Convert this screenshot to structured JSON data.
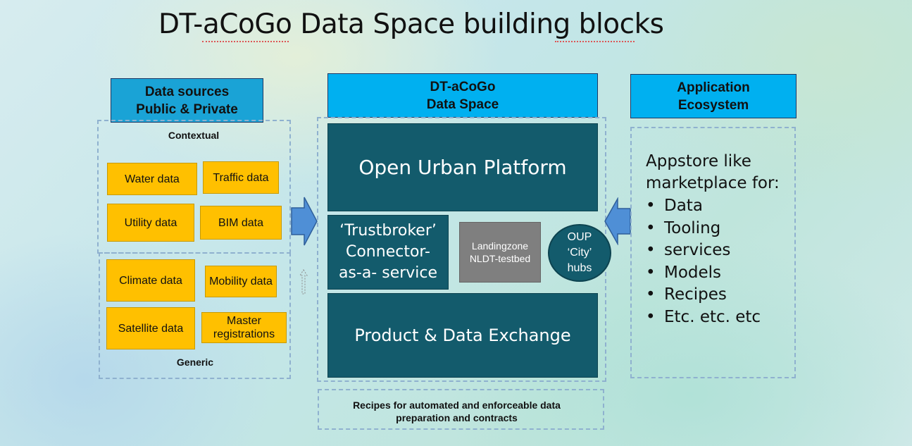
{
  "title": "DT-aCoGo Data Space building blocks",
  "left": {
    "header_line1": "Data  sources",
    "header_line2": "Public & Private",
    "contextual_label": "Contextual",
    "generic_label": "Generic",
    "items": {
      "water": "Water data",
      "traffic": "Traffic data",
      "utility": "Utility data",
      "bim": "BIM data",
      "climate": "Climate data",
      "mobility": "Mobility data",
      "satellite": "Satellite data",
      "master_line1": "Master",
      "master_line2": "registrations"
    }
  },
  "center": {
    "header_line1": "DT-aCoGo",
    "header_line2": "Data Space",
    "open_urban_platform": "Open Urban Platform",
    "trustbroker_line1": "‘Trustbroker’",
    "trustbroker_line2": "Connector-",
    "trustbroker_line3": "as-a-  service",
    "landing_line1": "Landingzone",
    "landing_line2": "NLDT-testbed",
    "oup_line1": "OUP",
    "oup_line2": "‘City’",
    "oup_line3": "hubs",
    "product_exchange": "Product & Data Exchange",
    "recipes_line1": "Recipes for automated and enforceable data",
    "recipes_line2": "preparation and contracts"
  },
  "right": {
    "header_line1": "Application",
    "header_line2": "Ecosystem",
    "intro_line1": "Appstore like",
    "intro_line2": "marketplace for:",
    "bullets": [
      "Data",
      "Tooling",
      "services",
      "Models",
      "Recipes",
      "Etc. etc. etc"
    ]
  },
  "colors": {
    "header_blue": "#00b0f0",
    "teal": "#135b6c",
    "yellow": "#ffc000",
    "arrow_blue": "#4f8fd6",
    "landingzone_gray": "#7f7f7f"
  }
}
